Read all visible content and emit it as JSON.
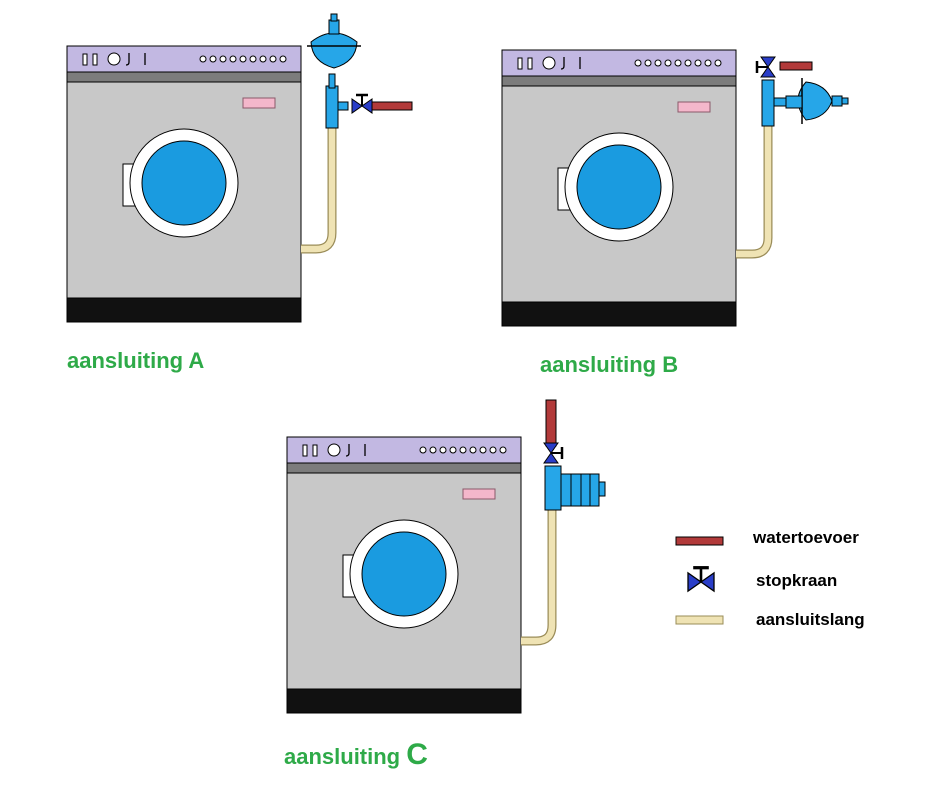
{
  "colors": {
    "caption": "#2eaa48",
    "water_supply": "#b23a3a",
    "valve": "#2a3ec8",
    "hose": "#efe3b4",
    "hose_edge": "#9a8c58",
    "machine_body": "#c8c8c8",
    "control_panel": "#c2b8e2",
    "panel_strip": "#7c7c7c",
    "base": "#111111",
    "door_ring": "#ffffff",
    "drum": "#1a9be0",
    "label_tag": "#f4b7cb",
    "unit_blue": "#26a6e8"
  },
  "captions": {
    "a": {
      "text": "aansluiting ",
      "letter": "A"
    },
    "b": {
      "text": "aansluiting ",
      "letter": "B"
    },
    "c": {
      "text": "aansluiting ",
      "letter": "C"
    }
  },
  "legend": {
    "items": [
      {
        "label": "watertoevoer",
        "icon": "water-supply-pipe"
      },
      {
        "label": "stopkraan",
        "icon": "stop-valve"
      },
      {
        "label": "aansluitslang",
        "icon": "connection-hose"
      }
    ]
  }
}
